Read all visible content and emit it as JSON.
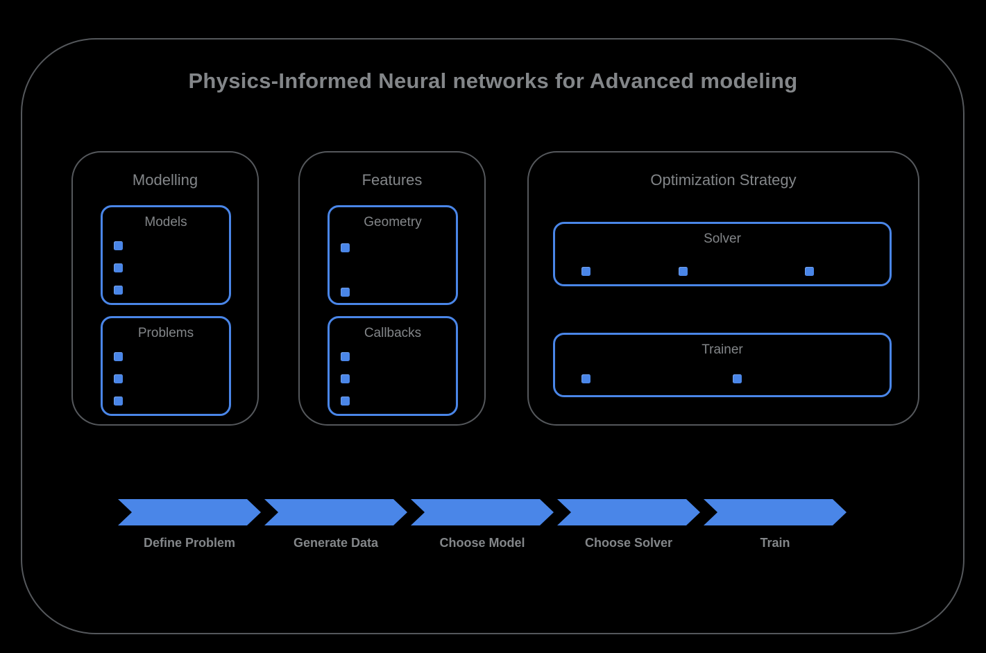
{
  "title": "Physics-Informed Neural networks for Advanced modeling",
  "sections": [
    {
      "label": "Modelling",
      "boxes": [
        {
          "label": "Models",
          "bullet_count": 3,
          "orientation": "vertical"
        },
        {
          "label": "Problems",
          "bullet_count": 3,
          "orientation": "vertical"
        }
      ]
    },
    {
      "label": "Features",
      "boxes": [
        {
          "label": "Geometry",
          "bullet_count": 2,
          "orientation": "vertical"
        },
        {
          "label": "Callbacks",
          "bullet_count": 3,
          "orientation": "vertical"
        }
      ]
    },
    {
      "label": "Optimization Strategy",
      "boxes": [
        {
          "label": "Solver",
          "bullet_count": 3,
          "orientation": "horizontal"
        },
        {
          "label": "Trainer",
          "bullet_count": 2,
          "orientation": "horizontal"
        }
      ]
    }
  ],
  "flow": {
    "steps": [
      "Define Problem",
      "Generate Data",
      "Choose Model",
      "Choose Solver",
      "Train"
    ]
  },
  "colors": {
    "background": "#000000",
    "outline_gray": "#55585c",
    "text_gray": "#838689",
    "accent_blue": "#4a86e8"
  }
}
